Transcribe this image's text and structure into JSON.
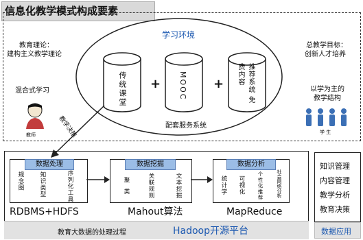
{
  "title": "信息化教学模式构成要素",
  "top_section": {
    "theory_label": "教育理论：",
    "theory_value": "建构主义教学理论",
    "blended_label": "混合式学习",
    "teacher_label": "教师",
    "environment_title": "学习环境",
    "cylinders": [
      {
        "label": "传统课堂"
      },
      {
        "label": "MOOC"
      },
      {
        "label": "推荐系统 免费内容"
      }
    ],
    "plus_signs": [
      "+",
      "+"
    ],
    "support_label": "配套服务系统",
    "goal_label": "总教学目标：",
    "goal_value": "创新人才培养",
    "student_center_label": "以学为主的教学结构",
    "student_label": "学 生",
    "arrow_label": "教学决策"
  },
  "bottom_section": {
    "stages": [
      {
        "head": "数据处理",
        "columns": [
          "规念图",
          "知识类型",
          "序列化工具"
        ],
        "tech": "RDBMS+HDFS"
      },
      {
        "head": "数据挖掘",
        "columns": [
          "聚类",
          "关联规则",
          "文本挖掘"
        ],
        "tech": "Mahout算法"
      },
      {
        "head": "数据分析",
        "columns": [
          "统计学",
          "可视化",
          "个性化推荐",
          "社会网络分析"
        ],
        "tech": "MapReduce"
      }
    ],
    "process_label": "教育大数据的处理过程",
    "platform_label": "Hadoop开源平台",
    "applications": [
      "知识管理",
      "内容管理",
      "教学分析",
      "教育决策"
    ],
    "applications_label": "数据应用"
  }
}
